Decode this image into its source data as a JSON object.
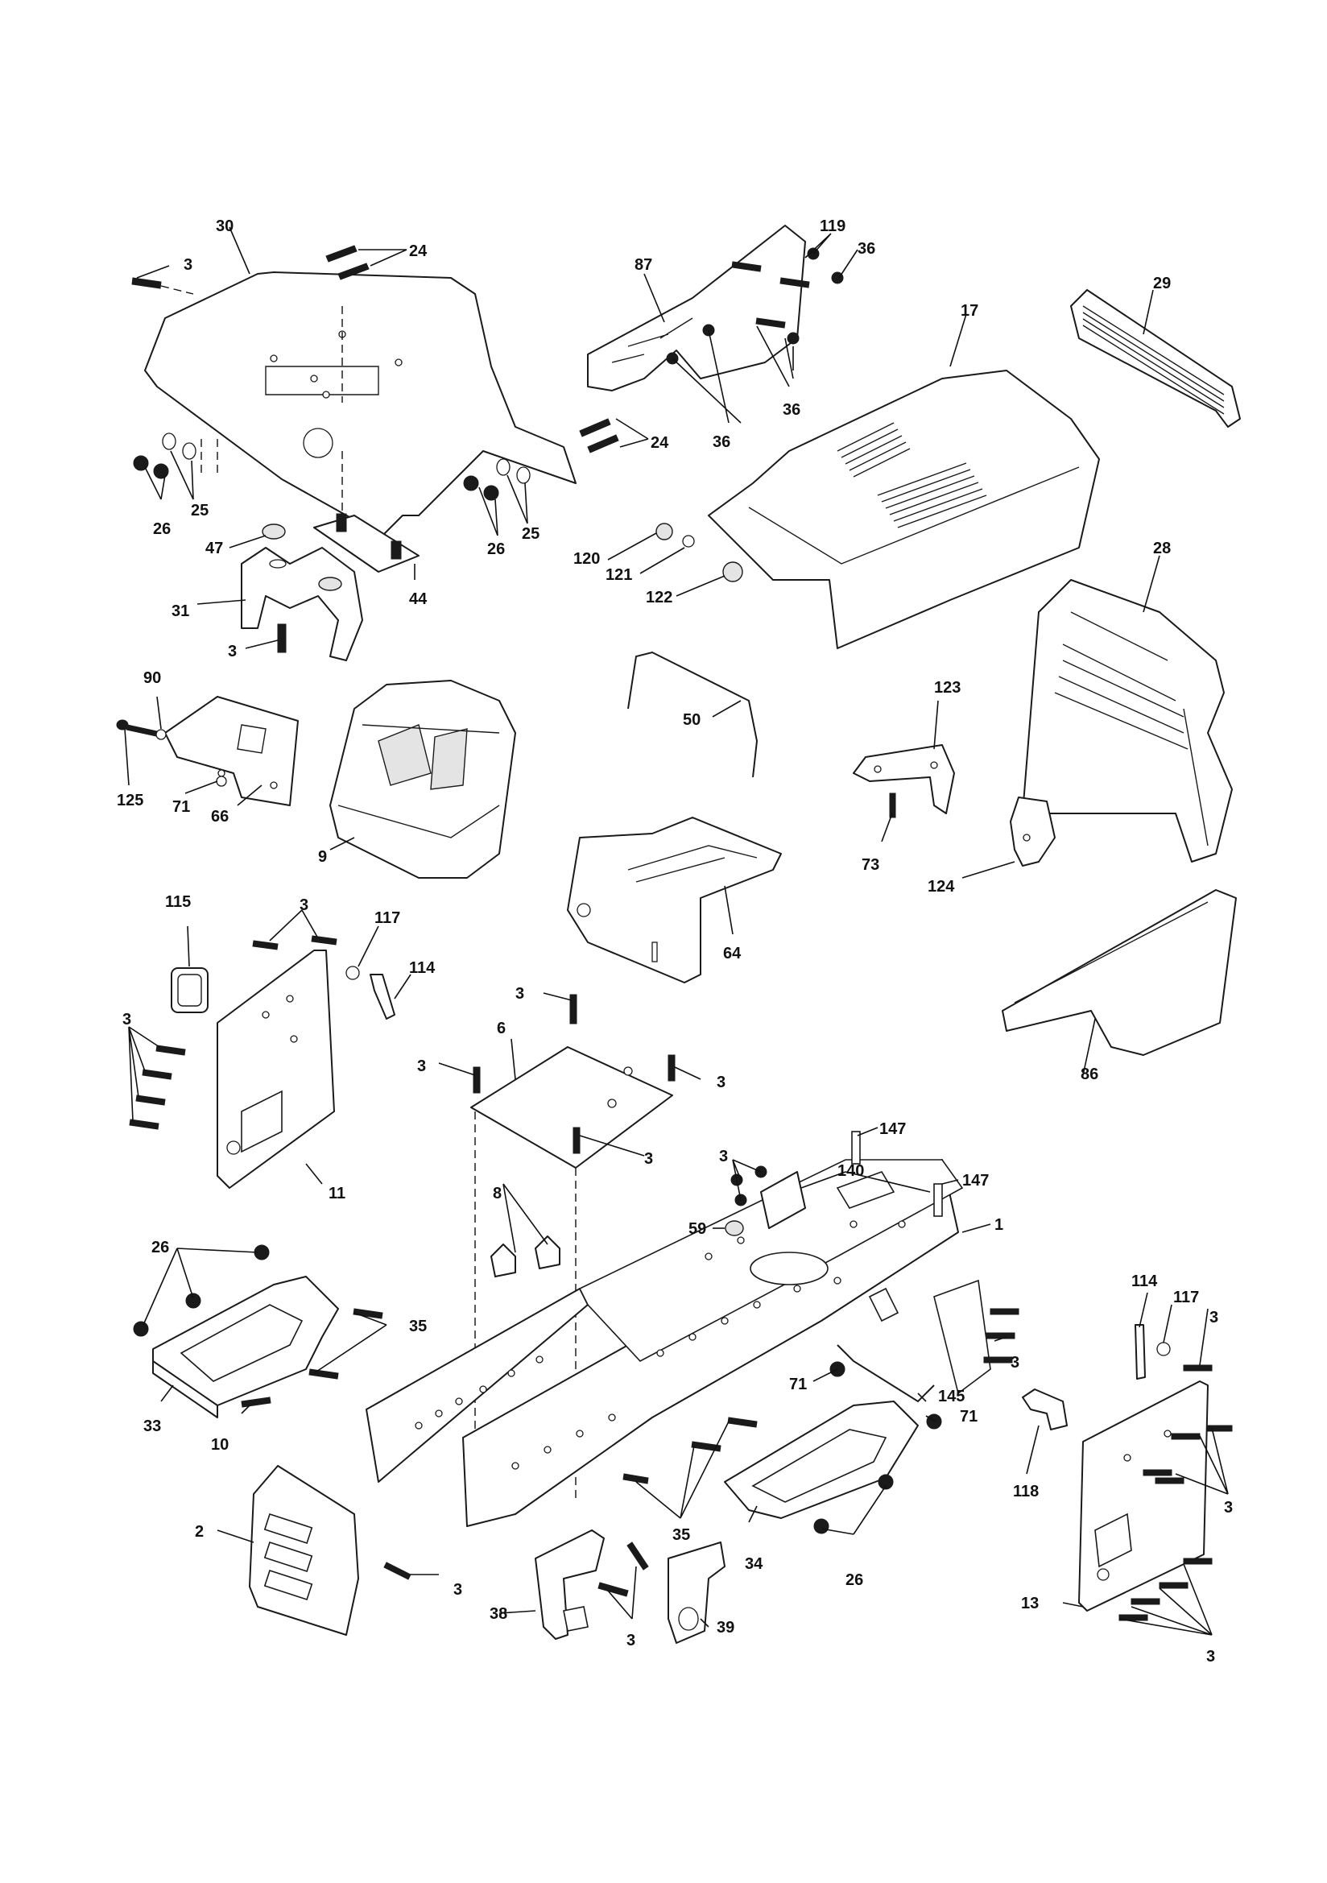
{
  "diagram": {
    "labels": {
      "p30": "30",
      "p24a": "24",
      "p3a": "3",
      "p119": "119",
      "p36a": "36",
      "p87": "87",
      "p29": "29",
      "p17": "17",
      "p36b": "36",
      "p24b": "24",
      "p36c": "36",
      "p26a": "26",
      "p25a": "25",
      "p26b": "26",
      "p25b": "25",
      "p47": "47",
      "p44": "44",
      "p31": "31",
      "p3b": "3",
      "p120": "120",
      "p121": "121",
      "p122": "122",
      "p28": "28",
      "p90": "90",
      "p125": "125",
      "p71a": "71",
      "p66": "66",
      "p9": "9",
      "p50": "50",
      "p123": "123",
      "p73": "73",
      "p124": "124",
      "p64": "64",
      "p115": "115",
      "p3c": "3",
      "p117a": "117",
      "p114a": "114",
      "p3d": "3",
      "p11": "11",
      "p86": "86",
      "p3e": "3",
      "p6": "6",
      "p3f": "3",
      "p3g": "3",
      "p3h": "3",
      "p147a": "147",
      "p3i": "3",
      "p140": "140",
      "p147b": "147",
      "p8": "8",
      "p59": "59",
      "p1": "1",
      "p26c": "26",
      "p35a": "35",
      "p33": "33",
      "p10": "10",
      "p3j": "3",
      "p71b": "71",
      "p145": "145",
      "p71c": "71",
      "p114b": "114",
      "p117b": "117",
      "p3k": "3",
      "p118": "118",
      "p3l": "3",
      "p2": "2",
      "p3m": "3",
      "p35b": "35",
      "p34": "34",
      "p26d": "26",
      "p38": "38",
      "p3n": "3",
      "p39": "39",
      "p13": "13",
      "p3o": "3"
    }
  }
}
